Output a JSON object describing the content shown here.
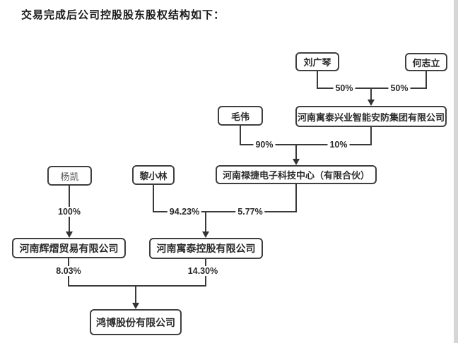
{
  "title": "交易完成后公司控股股东股权结构如下：",
  "nodes": {
    "liu_guangqin": "刘广琴",
    "he_zhili": "何志立",
    "yutai_group": "河南寓泰兴业智能安防集团有限公司",
    "mao_wei": "毛伟",
    "lujie_center": "河南禄捷电子科技中心（有限合伙）",
    "yang_kai": "杨凯",
    "li_xiaolin": "黎小林",
    "huiyi_trading": "河南辉熠贸易有限公司",
    "yutai_holding": "河南寓泰控股有限公司",
    "hongbo_shares": "鸿博股份有限公司"
  },
  "edges": [
    {
      "from": "刘广琴",
      "to": "河南寓泰兴业智能安防集团有限公司",
      "label": "50%"
    },
    {
      "from": "何志立",
      "to": "河南寓泰兴业智能安防集团有限公司",
      "label": "50%"
    },
    {
      "from": "毛伟",
      "to": "河南禄捷电子科技中心（有限合伙）",
      "label": "90%"
    },
    {
      "from": "河南寓泰兴业智能安防集团有限公司",
      "to": "河南禄捷电子科技中心（有限合伙）",
      "label": "10%"
    },
    {
      "from": "黎小林",
      "to": "河南寓泰控股有限公司",
      "label": "94.23%"
    },
    {
      "from": "河南禄捷电子科技中心（有限合伙）",
      "to": "河南寓泰控股有限公司",
      "label": "5.77%"
    },
    {
      "from": "杨凯",
      "to": "河南辉熠贸易有限公司",
      "label": "100%"
    },
    {
      "from": "河南辉熠贸易有限公司",
      "to": "鸿博股份有限公司",
      "label": "8.03%"
    },
    {
      "from": "河南寓泰控股有限公司",
      "to": "鸿博股份有限公司",
      "label": "14.30%"
    }
  ],
  "colors": {
    "line": "#3a3a3a",
    "box_border": "#3f3f3f",
    "text": "#2b2b2b",
    "background": "#ffffff"
  }
}
